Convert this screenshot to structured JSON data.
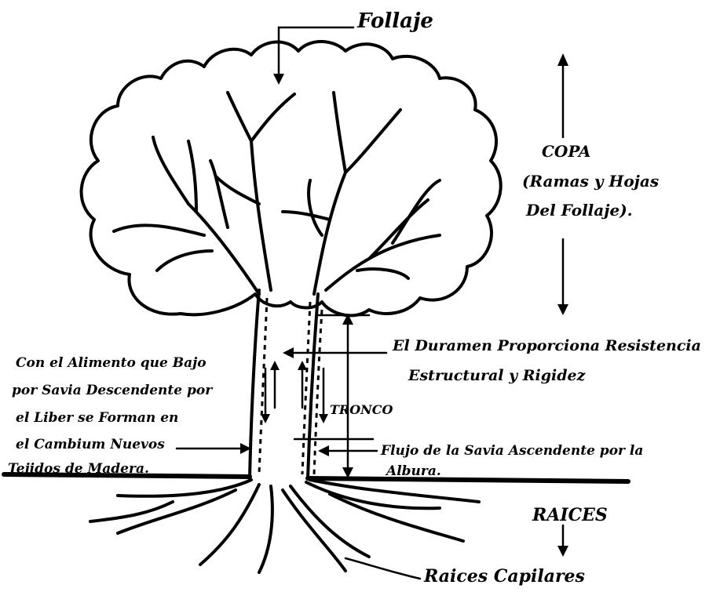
{
  "labels": {
    "follaje": "Follaje",
    "copa_title": "COPA",
    "copa_line1": "(Ramas y Hojas",
    "copa_line2": "Del Follaje).",
    "duramen_line1": "El Duramen Proporciona Resistencia",
    "duramen_line2": "Estructural y Rigidez",
    "tronco": "TRONCO",
    "left_line1": "Con el Alimento que Bajo",
    "left_line2": "por Savia Descendente por",
    "left_line3": "el Liber se Forman en",
    "left_line4": "el Cambium Nuevos",
    "left_line5": "Tejidos de Madera.",
    "flujo_line1": "Flujo de la Savia Ascendente por la",
    "flujo_line2": "Albura.",
    "raices": "RAICES",
    "raices_capilares": "Raices Capilares"
  }
}
